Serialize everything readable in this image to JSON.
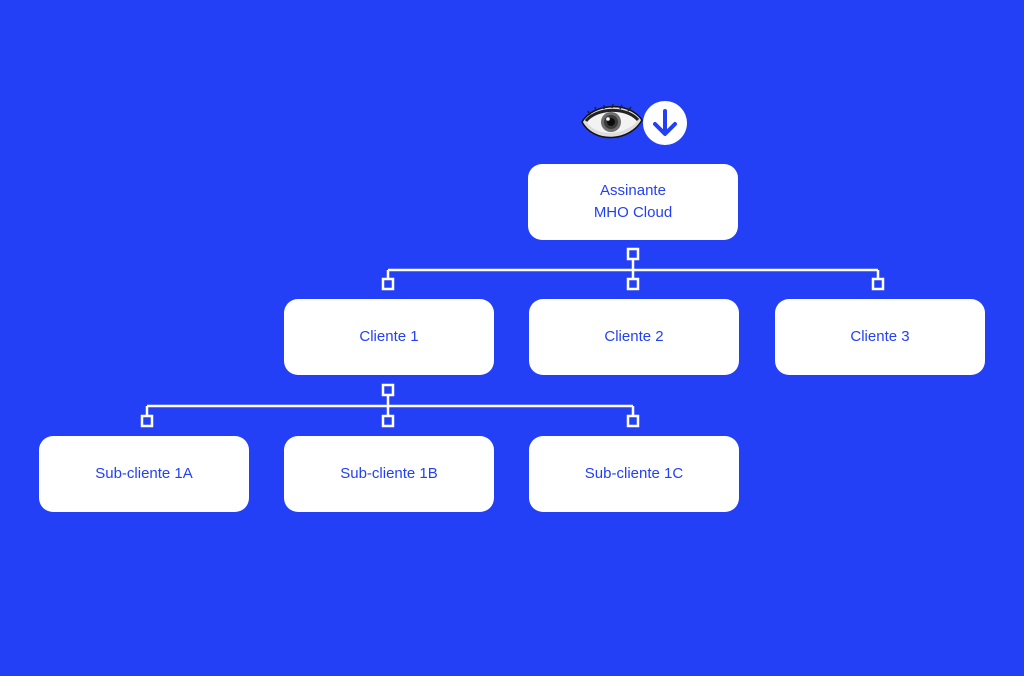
{
  "colors": {
    "background": "#2340f6",
    "node_fill": "#ffffff",
    "node_text": "#2340f6",
    "connector": "#ffffff"
  },
  "icons": [
    "eye-icon",
    "arrow-down-icon"
  ],
  "root": {
    "line1": "Assinante",
    "line2": "MHO Cloud"
  },
  "clients": [
    {
      "label": "Cliente 1"
    },
    {
      "label": "Cliente 2"
    },
    {
      "label": "Cliente 3"
    }
  ],
  "subclients": [
    {
      "label": "Sub-cliente 1A"
    },
    {
      "label": "Sub-cliente 1B"
    },
    {
      "label": "Sub-cliente 1C"
    }
  ]
}
